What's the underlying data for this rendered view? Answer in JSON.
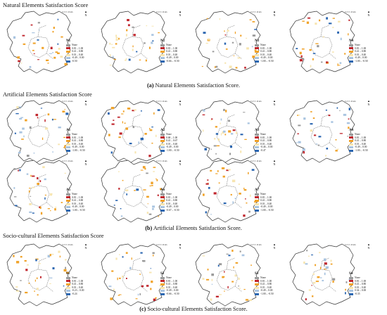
{
  "sections": [
    {
      "title": "Natural Elements Satisfaction Score",
      "caption_letter": "(a)",
      "caption_text": " Natural Elements Satisfaction Score.",
      "panels": [
        {
          "id": "N1",
          "legend": [
            "None",
            "0.81 – 1.00",
            "0.41 – 0.80",
            "0.01 – 0.40",
            "-0.49 – 0.00",
            "-0.50"
          ]
        },
        {
          "id": "N2",
          "legend": [
            "None",
            "0.81 – 1.00",
            "0.41 – 0.80",
            "0.01 – 0.40",
            "-0.49 – 0.00",
            "-0.66 – -0.50"
          ]
        },
        {
          "id": "N3",
          "legend": [
            "None",
            "0.81 – 1.00",
            "0.41 – 0.80",
            "0.01 – 0.40",
            "-0.49 – 0.00",
            "-1.00 – -0.50"
          ]
        },
        {
          "id": "N4",
          "legend": [
            "None",
            "0.81 – 1.00",
            "0.41 – 0.80",
            "0.01 – 0.40",
            "-0.49 – 0.00",
            "-1.00 – -0.50"
          ]
        }
      ]
    },
    {
      "title": "Artificial Elements Satisfaction Score",
      "caption_letter": "(b)",
      "caption_text": " Artificial Elements Satisfaction Score.",
      "panels": [
        {
          "id": "A1",
          "legend": [
            "None",
            "0.81 – 1.00",
            "0.41 – 0.80",
            "0.01 – 0.40",
            "-0.49 – 0.00",
            "-1.00 – -0.50"
          ]
        },
        {
          "id": "A2",
          "legend": [
            "None",
            "0.68 – 1.00",
            "0.41 – 0.67",
            "0.01 – 0.40",
            "-0.49 – 0.00",
            "-1.00 – -0.50"
          ]
        },
        {
          "id": "A3",
          "legend": [
            "None",
            "0.81 – 1.00",
            "0.41 – 0.80",
            "0.01 – 0.40",
            "-0.46 – 0.00",
            "-0.47"
          ]
        },
        {
          "id": "A4",
          "legend": [
            "None",
            "0.81 – 1.00",
            "0.41 – 0.80",
            "0.01 – 0.40",
            "-0.49 – 0.00",
            "-1.00 – -0.50"
          ]
        },
        {
          "id": "A5",
          "legend": [
            "None",
            "0.81 – 1.00",
            "0.41 – 0.80",
            "0.01 – 0.40",
            "-0.49 – 0.00",
            "-1.00 – -0.50"
          ]
        },
        {
          "id": "A6",
          "legend": [
            "None",
            "0.81 – 1.00",
            "0.41 – 0.80",
            "0.01 – 0.40",
            "-0.49 – 0.00",
            "-0.67 – -0.50"
          ]
        },
        {
          "id": "A7",
          "legend": [
            "None",
            "0.81 – 1.00",
            "0.41 – 0.80",
            "0.01 – 0.40",
            "-0.49 – 0.00",
            "-1.00 – -0.50"
          ]
        }
      ]
    },
    {
      "title": "Socio-cultural Elements Satisfaction Score",
      "caption_letter": "(c)",
      "caption_text": " Socio-cultural Elements Satisfaction Score.",
      "panels": [
        {
          "id": "S1",
          "legend": [
            "None",
            "0.81 – 1.00",
            "0.41 – 0.80",
            "0.01 – 0.40",
            "-0.23 – 0.00",
            "-0.24"
          ]
        },
        {
          "id": "S2",
          "legend": [
            "None",
            "0.81 – 1.00",
            "0.41 – 0.80",
            "0.01 – 0.40",
            "-0.49 – 0.00",
            "-0.66 – -0.50"
          ]
        },
        {
          "id": "S3",
          "legend": [
            "None",
            "0.81 – 1.00",
            "0.41 – 0.80",
            "0.01 – 0.40",
            "-0.49 – 0.00",
            "-1.00 – -0.50"
          ]
        },
        {
          "id": "S4",
          "legend": [
            "None",
            "0.81 – 1.00",
            "0.41 – 0.80",
            "0.01 – 0.40",
            "0.34 – 0.00",
            "-0.35"
          ]
        }
      ]
    }
  ],
  "north_label": "N",
  "scale_label": "0 2.5 5   10 km",
  "colors": {
    "none": "#9a9a9a",
    "c1": "#c0262d",
    "c2": "#f0a32a",
    "c3": "#f7e5b0",
    "c4": "#a9c4e0",
    "c5": "#2b66b0",
    "outline": "#333333"
  }
}
